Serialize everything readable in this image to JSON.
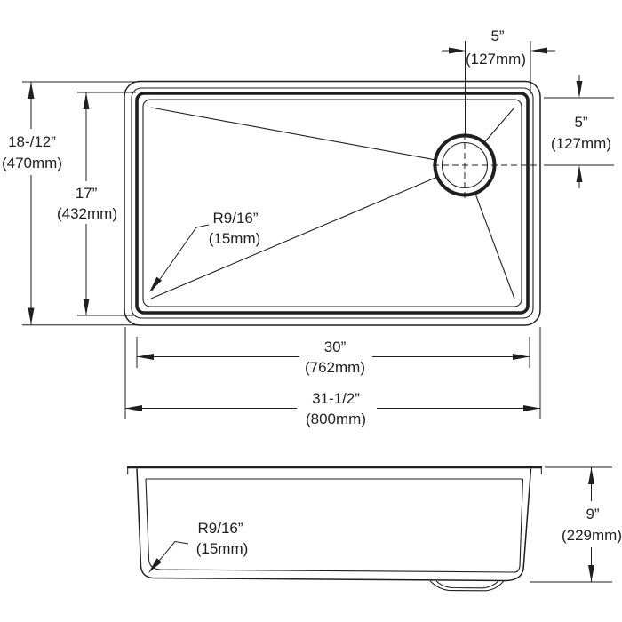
{
  "colors": {
    "line": "#1f1f1f",
    "background": "#ffffff"
  },
  "labels": {
    "drain_offset_top": {
      "in": "5”",
      "mm": "(127mm)"
    },
    "drain_offset_side": {
      "in": "5”",
      "mm": "(127mm)"
    },
    "overall_front_to_back": {
      "in": "18-/12”",
      "mm": "(470mm)"
    },
    "bowl_front_to_back": {
      "in": "17”",
      "mm": "(432mm)"
    },
    "bowl_corner_radius": {
      "in": "R9/16”",
      "mm": "(15mm)"
    },
    "bowl_left_to_right": {
      "in": "30”",
      "mm": "(762mm)"
    },
    "overall_left_to_right": {
      "in": "31-1/2”",
      "mm": "(800mm)"
    },
    "bottom_corner_radius": {
      "in": "R9/16”",
      "mm": "(15mm)"
    },
    "bowl_depth": {
      "in": "9”",
      "mm": "(229mm)"
    }
  }
}
